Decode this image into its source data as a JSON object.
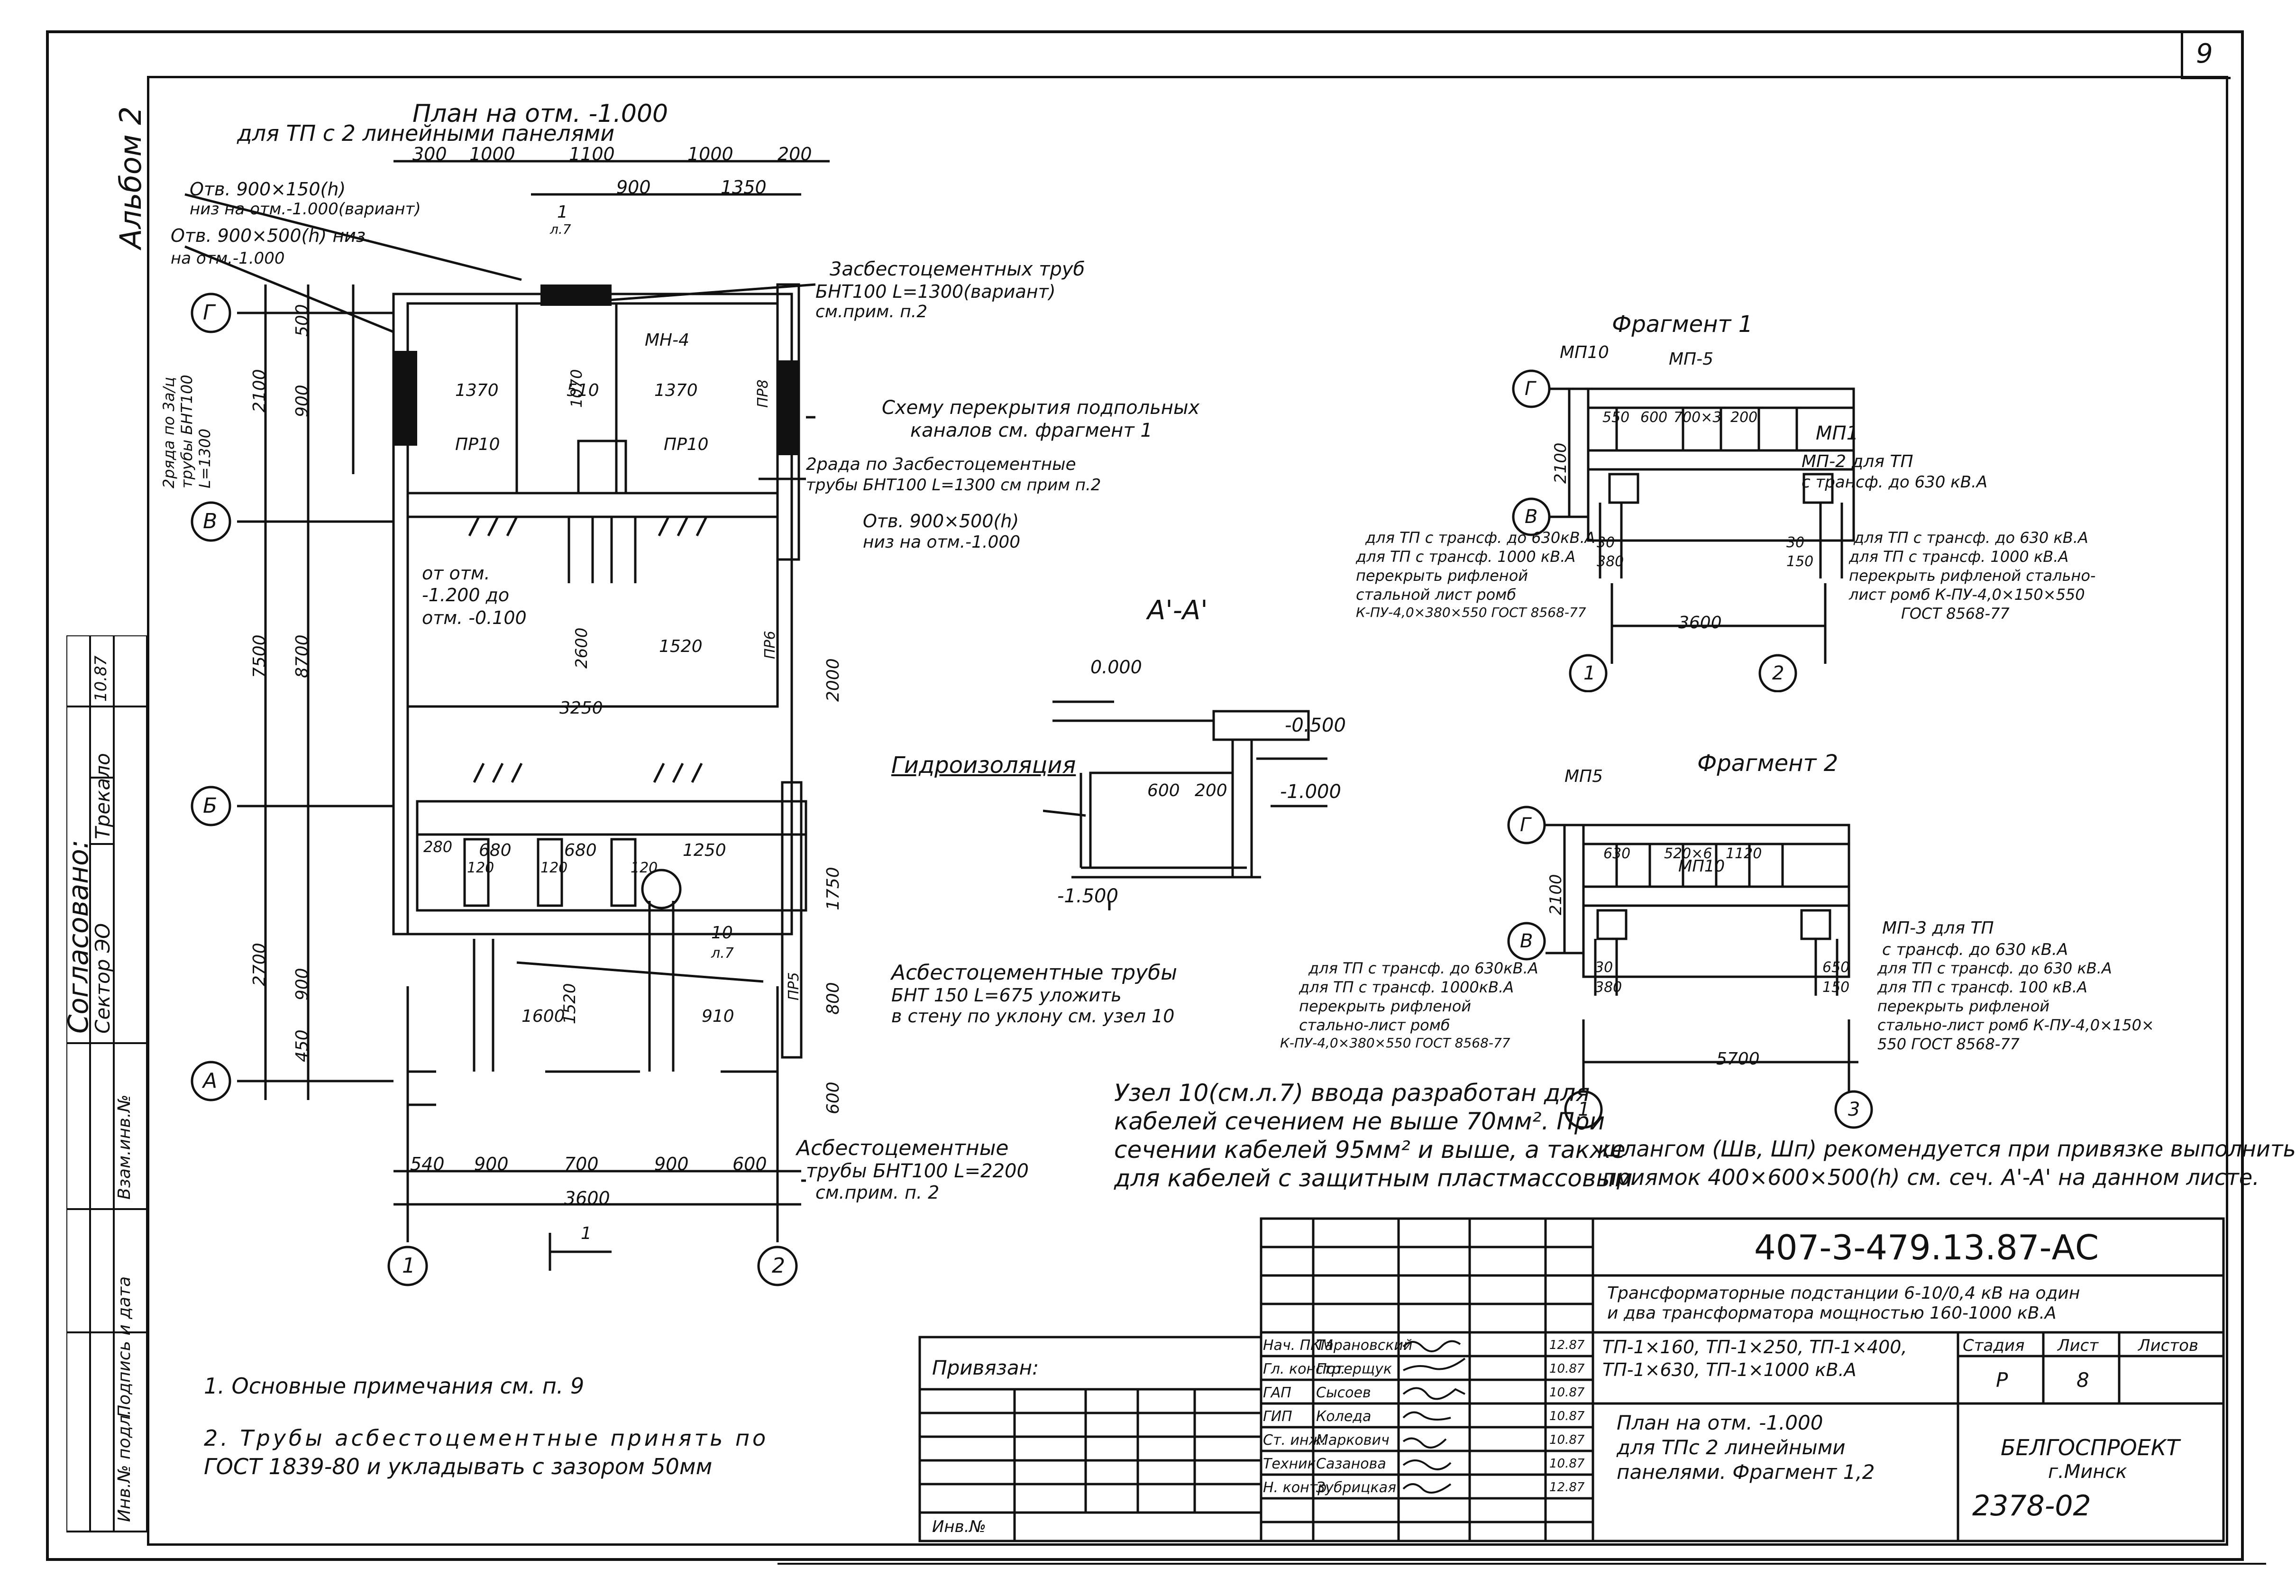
{
  "sheet": {
    "sheet_number": "9",
    "album": "Альбом 2",
    "drawing_code": "407-3-479.13.87-АС",
    "archive_number": "2378-02",
    "organization": [
      "БЕЛГОСПРОЕКТ",
      "г.Минск"
    ],
    "project_title": [
      "Трансформаторные подстанции 6-10/0,4 кВ на один",
      "и два трансформатора мощностью 160-1000 кВ.А"
    ],
    "variants": [
      "ТП-1×160, ТП-1×250, ТП-1×400,",
      "ТП-1×630, ТП-1×1000 кВ.А"
    ],
    "sheet_title": [
      "План на отм. -1.000",
      "для ТПс 2 линейными",
      "панелями. Фрагмент 1,2"
    ],
    "stage_header": [
      "Стадия",
      "Лист",
      "Листов"
    ],
    "stage_values": [
      "Р",
      "8",
      ""
    ],
    "signatures": [
      {
        "role": "Нач. ПКМ",
        "name": "Тарановский",
        "date": "12.87"
      },
      {
        "role": "Гл. констр.",
        "name": "Потерщук",
        "date": "10.87"
      },
      {
        "role": "ГАП",
        "name": "Сысоев",
        "date": "10.87"
      },
      {
        "role": "ГИП",
        "name": "Коледа",
        "date": "10.87"
      },
      {
        "role": "Ст. инж.",
        "name": "Маркович",
        "date": "10.87"
      },
      {
        "role": "Техник",
        "name": "Сазанова",
        "date": "10.87"
      },
      {
        "role": "Н. контр.",
        "name": "Зубрицкая",
        "date": "12.87"
      }
    ],
    "bound_label": "Привязан:",
    "inv_label": "Инв.№",
    "left_strip": [
      "Согласовано:",
      "Сектор ЭО",
      "Трекало",
      "10.87",
      "Инв.№ подл.",
      "Подпись и дата",
      "Взам.инв.№"
    ]
  },
  "plan": {
    "title": [
      "План на отм. -1.000",
      "для ТП с 2 линейными панелями"
    ],
    "axes": [
      "Г",
      "В",
      "Б",
      "А",
      "1",
      "2"
    ],
    "top_dims": [
      "300",
      "1000",
      "1100",
      "1000",
      "200",
      "900",
      "1350"
    ],
    "bottom_dims": [
      "540",
      "900",
      "700",
      "900",
      "600",
      "3600"
    ],
    "left_dims": [
      "500",
      "900",
      "2100",
      "7500",
      "8700",
      "2700",
      "900",
      "450"
    ],
    "inner_dims": [
      "1370",
      "510",
      "1370",
      "ПР10",
      "ПР10",
      "МН-4",
      "3250",
      "1520",
      "280",
      "680",
      "680",
      "1250",
      "120",
      "120",
      "120",
      "1600",
      "910",
      "1520",
      "2600",
      "2000",
      "1750",
      "800",
      "600",
      "1070"
    ],
    "notes": [
      "Отв. 900×150(h)",
      "низ на отм.-1.000(вариант)",
      "Отв. 900×500(h) низ.",
      "на отм.-1.000",
      "3асбестоцементных труб",
      "БНТ100 L=1300(вариант)",
      "см.прим. п.2",
      "Схему перекрытия подпольных",
      "каналов см. фрагмент 1",
      "2рада по 3асбестоцементные",
      "трубы БНТ100 L=1300 см прим п.2",
      "Отв. 900×500(h)",
      "низ на отм.-1.000",
      "от отм.",
      "-1.200 до",
      "отм. -0.100",
      "Асбестоцементные трубы",
      "БНТ 150 L=675 уложить",
      "в стену по уклону см. узел 10",
      "Асбестоцементные",
      "трубы БНТ100 L=2200",
      "см.прим. п. 2",
      "2ряда по 3а/ц",
      "трубы БНТ100",
      "L=1300"
    ],
    "markers": [
      "1",
      "л.7",
      "1",
      "10",
      "л.7",
      "ПР8",
      "ПР5",
      "ПР6"
    ]
  },
  "section": {
    "title": "А'-А'",
    "levels": [
      "0.000",
      "-0.500",
      "-1.000",
      "-1.500"
    ],
    "dims": [
      "600",
      "200"
    ],
    "label": "Гидроизоляция"
  },
  "fragment1": {
    "title": "Фрагмент 1",
    "labels": [
      "МП10",
      "МП-5",
      "МП1",
      "МП-2 для ТП",
      "с трансф. до 630 кВ.А"
    ],
    "dims": [
      "550",
      "600",
      "700×3",
      "200",
      "2100",
      "30",
      "380",
      "30",
      "150",
      "3600"
    ],
    "axes": [
      "Г",
      "В",
      "1",
      "2"
    ],
    "note_left": [
      "для ТП с трансф. до 630кВ.А",
      "для ТП с трансф. 1000 кВ.А",
      "перекрыть рифленой",
      "стальной лист ромб",
      "К-ПУ-4,0×380×550 ГОСТ 8568-77"
    ],
    "note_right": [
      "для ТП с трансф. до 630 кВ.А",
      "для ТП с трансф. 1000 кВ.А",
      "перекрыть рифленой стально-",
      "лист ромб К-ПУ-4,0×150×550",
      "ГОСТ 8568-77"
    ]
  },
  "fragment2": {
    "title": "Фрагмент 2",
    "labels": [
      "МП5",
      "МП10",
      "МП-3 для ТП",
      "с трансф. до 630 кВ.А"
    ],
    "dims": [
      "630",
      "520×6",
      "1120",
      "2100",
      "30",
      "380",
      "650",
      "150",
      "5700"
    ],
    "axes": [
      "Г",
      "В",
      "1",
      "3"
    ],
    "note_left": [
      "для ТП с трансф. до 630кВ.А",
      "для ТП с трансф. 1000кВ.А",
      "перекрыть рифленой",
      "стально-лист ромб",
      "К-ПУ-4,0×380×550 ГОСТ 8568-77"
    ],
    "note_right": [
      "для ТП с трансф. до 630 кВ.А",
      "для ТП с трансф. 100 кВ.А",
      "перекрыть рифленой",
      "стально-лист ромб К-ПУ-4,0×150×",
      "550 ГОСТ 8568-77"
    ]
  },
  "remark": [
    "Узел 10(см.л.7) ввода разработан для",
    "кабелей сечением не выше 70мм². При",
    "сечении кабелей 95мм² и выше, а также",
    "для кабелей с защитным пластмассовым",
    "шлангом (Шв, Шп) рекомендуется при привязке выполнить",
    "приямок 400×600×500(h) см. сеч. А'-А' на данном листе."
  ],
  "notes": [
    "1. Основные примечания см. п. 9",
    "2. Трубы асбестоцементные принять по",
    "ГОСТ 1839-80 и укладывать с зазором 50мм"
  ]
}
